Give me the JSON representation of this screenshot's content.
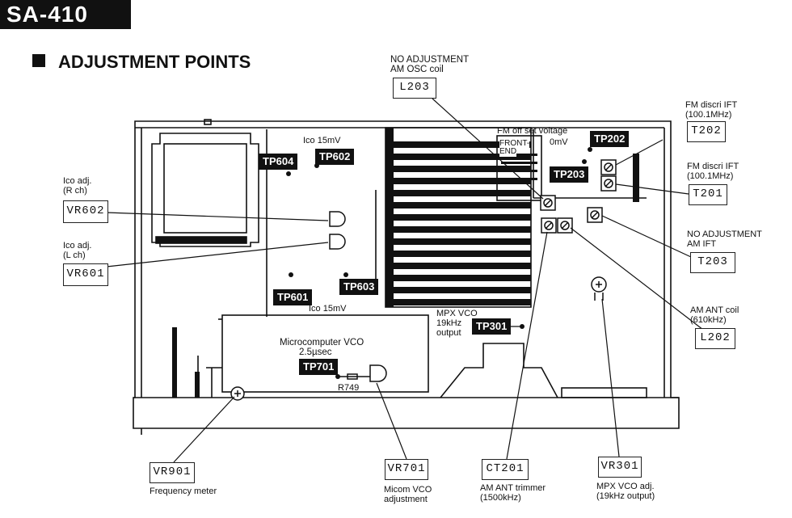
{
  "model": "SA-410",
  "title": "ADJUSTMENT POINTS",
  "labels": {
    "no_adj_l203_line1": "NO ADJUSTMENT",
    "no_adj_l203_line2": "AM OSC coil",
    "fm_discri_t202_line1": "FM discri IFT",
    "fm_discri_t202_line2": "(100.1MHz)",
    "fm_discri_t201_line1": "FM discri IFT",
    "fm_discri_t201_line2": "(100.1MHz)",
    "no_adj_t203_line1": "NO ADJUSTMENT",
    "no_adj_t203_line2": "AM IFT",
    "am_ant_coil_line1": "AM ANT coil",
    "am_ant_coil_line2": "(610kHz)",
    "ico_r_line1": "Ico adj.",
    "ico_r_line2": "(R ch)",
    "ico_l_line1": "Ico adj.",
    "ico_l_line2": "(L ch)",
    "ico_top": "Ico 15mV",
    "ico_mid": "Ico 15mV",
    "fm_offset": "FM off set voltage",
    "fm_offset_val": "0mV",
    "front_end_line1": "FRONT-",
    "front_end_line2": "END",
    "mpx_line1": "MPX VCO",
    "mpx_line2": "19kHz",
    "mpx_line3": "output",
    "micro_line1": "Microcomputer VCO",
    "micro_line2": "2.5µsec",
    "r749": "R749",
    "freq_meter": "Frequency meter",
    "micom_line1": "Micom VCO",
    "micom_line2": "adjustment",
    "am_trim_line1": "AM ANT trimmer",
    "am_trim_line2": "(1500kHz)",
    "mpx_adj_line1": "MPX VCO adj.",
    "mpx_adj_line2": "(19kHz output)"
  },
  "boxes": {
    "l203": "L203",
    "t202": "T202",
    "t201": "T201",
    "t203": "T203",
    "l202": "L202",
    "vr602": "VR602",
    "vr601": "VR601",
    "vr901": "VR901",
    "vr701": "VR701",
    "ct201": "CT201",
    "vr301": "VR301"
  },
  "test_points": {
    "tp604": "TP604",
    "tp602": "TP602",
    "tp601": "TP601",
    "tp603": "TP603",
    "tp202": "TP202",
    "tp203": "TP203",
    "tp301": "TP301",
    "tp701": "TP701"
  }
}
